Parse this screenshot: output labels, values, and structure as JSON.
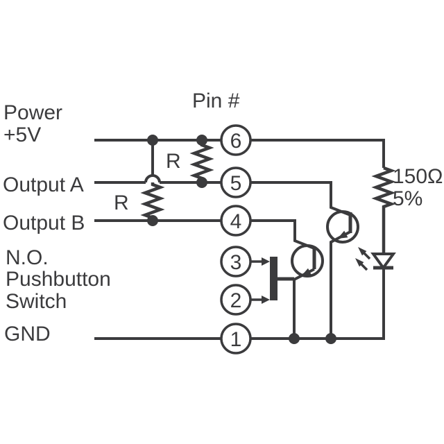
{
  "diagram": {
    "type": "schematic",
    "description_labels": {
      "power_line1": "Power",
      "power_line2": "+5V",
      "output_a": "Output A",
      "output_b": "Output B",
      "switch_line1": "N.O.",
      "switch_line2": "Pushbutton",
      "switch_line3": "Switch",
      "ground": "GND",
      "pin_header": "Pin #",
      "pullup_a_label": "R",
      "pullup_b_label": "R",
      "led_resistor_value": "150Ω",
      "led_resistor_tolerance": "5%"
    },
    "pins": [
      "6",
      "5",
      "4",
      "3",
      "2",
      "1"
    ],
    "components": {
      "transistor_count": "2",
      "transistor_type": "NPN",
      "led": "LED",
      "switch": "normally-open pushbutton"
    },
    "colors": {
      "ink": "#3b3b3d",
      "background": "#ffffff"
    }
  }
}
